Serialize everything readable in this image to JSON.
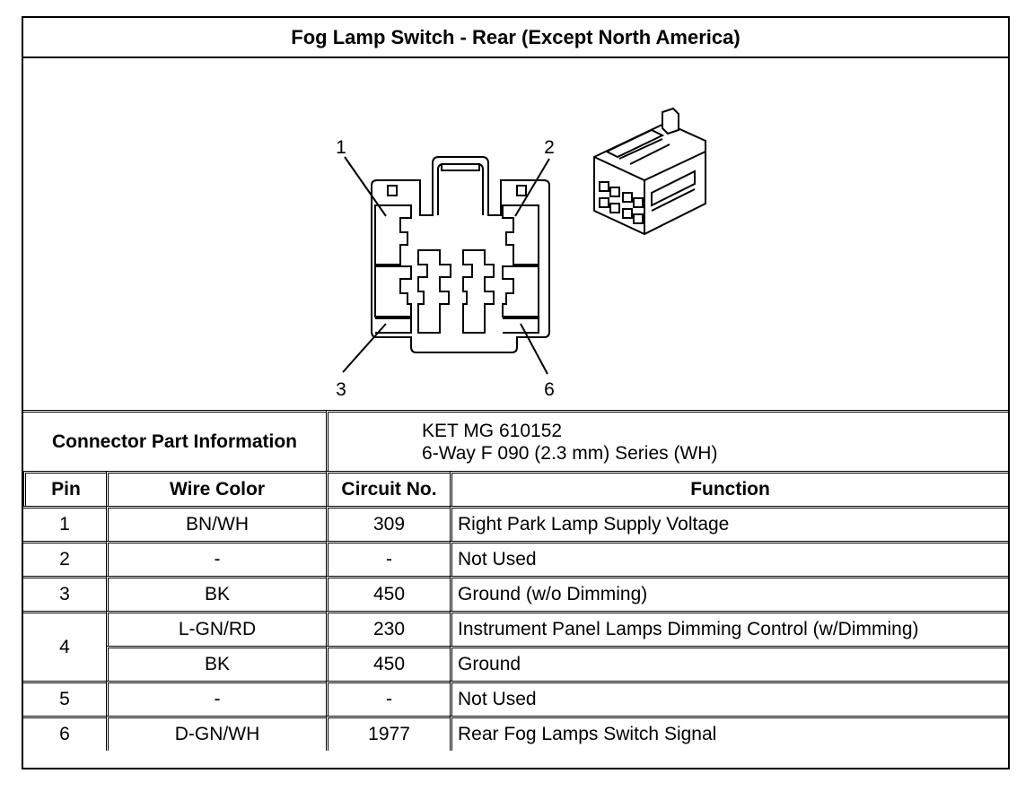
{
  "title": "Fog Lamp Switch - Rear (Except North America)",
  "diagram": {
    "pin_labels": [
      "1",
      "2",
      "3",
      "6"
    ]
  },
  "connector_info": {
    "label": "Connector Part Information",
    "lines": [
      "KET MG 610152",
      "6-Way F 090 (2.3 mm) Series (WH)"
    ]
  },
  "table": {
    "headers": {
      "pin": "Pin",
      "wire_color": "Wire Color",
      "circuit_no": "Circuit No.",
      "function": "Function"
    },
    "rows": [
      {
        "pin": "1",
        "wire": "BN/WH",
        "circuit": "309",
        "function": "Right Park Lamp Supply Voltage"
      },
      {
        "pin": "2",
        "wire": "-",
        "circuit": "-",
        "function": "Not Used"
      },
      {
        "pin": "3",
        "wire": "BK",
        "circuit": "450",
        "function": "Ground (w/o Dimming)"
      },
      {
        "pin": "4",
        "wire": "L-GN/RD",
        "circuit": "230",
        "function": "Instrument Panel Lamps Dimming Control (w/Dimming)"
      },
      {
        "pin": "",
        "wire": "BK",
        "circuit": "450",
        "function": "Ground"
      },
      {
        "pin": "5",
        "wire": "-",
        "circuit": "-",
        "function": "Not Used"
      },
      {
        "pin": "6",
        "wire": "D-GN/WH",
        "circuit": "1977",
        "function": "Rear Fog Lamps Switch Signal"
      }
    ]
  }
}
